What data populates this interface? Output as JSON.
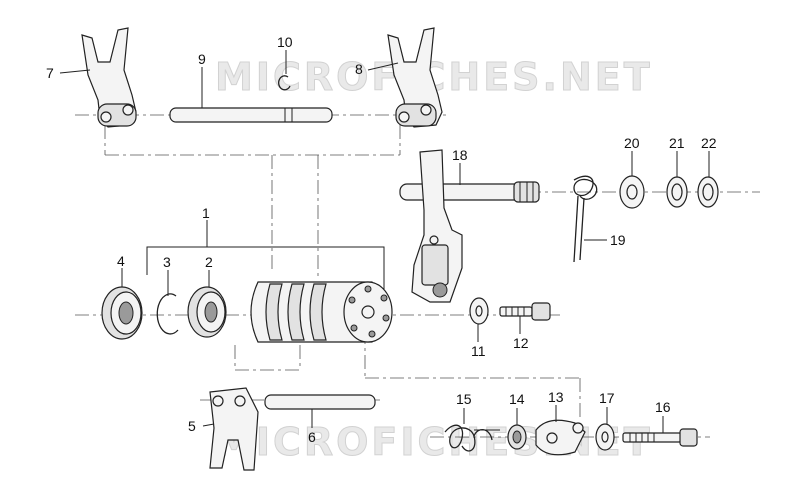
{
  "watermark": "MICROFICHES.NET",
  "callouts": {
    "p1": "1",
    "p2": "2",
    "p3": "3",
    "p4": "4",
    "p5": "5",
    "p6": "6",
    "p7": "7",
    "p8": "8",
    "p9": "9",
    "p10": "10",
    "p11": "11",
    "p12": "12",
    "p13": "13",
    "p14": "14",
    "p15": "15",
    "p16": "16",
    "p17": "17",
    "p18": "18",
    "p19": "19",
    "p20": "20",
    "p21": "21",
    "p22": "22"
  }
}
